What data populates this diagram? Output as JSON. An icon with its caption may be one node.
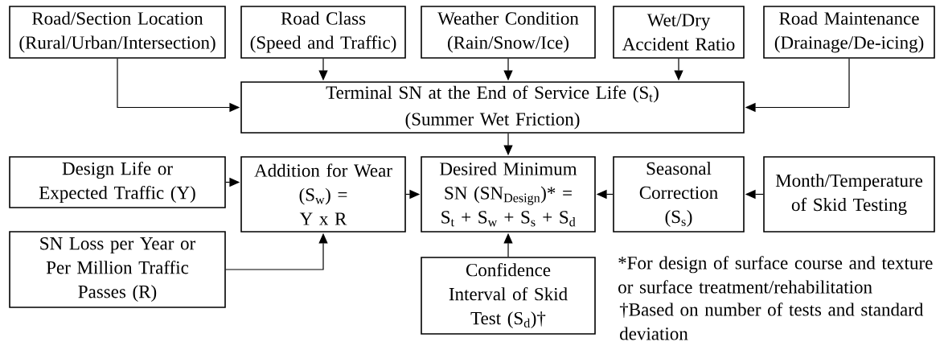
{
  "diagram": {
    "nodes": [
      {
        "text": [
          "Road/Section Location (Rural/Urban/Intersection)"
        ]
      },
      {
        "text": [
          "Road Class (Speed and Traffic)"
        ]
      },
      {
        "text": [
          "Weather Condition (Rain/Snow/Ice)"
        ]
      },
      {
        "text": [
          "Wet/Dry Accident Ratio"
        ]
      },
      {
        "text": [
          "Road Maintenance (Drainage/De-icing)"
        ]
      },
      {
        "text": [
          "Terminal SN  at the End of Service Life (S$_{t}$)",
          "(Summer Wet Friction)"
        ]
      },
      {
        "text": [
          "Design Life or Expected Traffic (Y)"
        ]
      },
      {
        "text": [
          "Addition for Wear (S$_{w}$) = Y x R"
        ]
      },
      {
        "text": [
          "Desired Minimum SN (SN$_{Design}$)* = S$_{t}$ + S$_{w}$ + S$_{s}$ + S$_{d}$"
        ]
      },
      {
        "text": [
          "Seasonal Correction (S$_{s}$)"
        ]
      },
      {
        "text": [
          "Month/Temperature of Skid Testing"
        ]
      },
      {
        "text": [
          "SN Loss per Year or Per Million Traffic Passes (R)"
        ]
      },
      {
        "text": [
          "Confidence Interval of  Skid Test (S$_{d}$)†"
        ]
      }
    ],
    "edges": [
      {
        "from": 0,
        "to": 5,
        "arrow": "to"
      },
      {
        "from": 1,
        "to": 5,
        "arrow": "to"
      },
      {
        "from": 2,
        "to": 5,
        "arrow": "to"
      },
      {
        "from": 3,
        "to": 5,
        "arrow": "to"
      },
      {
        "from": 4,
        "to": 5,
        "arrow": "to"
      },
      {
        "from": 5,
        "to": 8,
        "arrow": "to"
      },
      {
        "from": 6,
        "to": 7,
        "arrow": "to"
      },
      {
        "from": 11,
        "to": 7,
        "arrow": "to"
      },
      {
        "from": 7,
        "to": 8,
        "arrow": "to"
      },
      {
        "from": 9,
        "to": 8,
        "arrow": "to"
      },
      {
        "from": 10,
        "to": 9,
        "arrow": "to"
      },
      {
        "from": 12,
        "to": 8,
        "arrow": "to"
      }
    ],
    "labels": [
      "*For design of surface course and texture or surface treatment/rehabilitation",
      "†Based on number of tests and standard deviation"
    ]
  }
}
